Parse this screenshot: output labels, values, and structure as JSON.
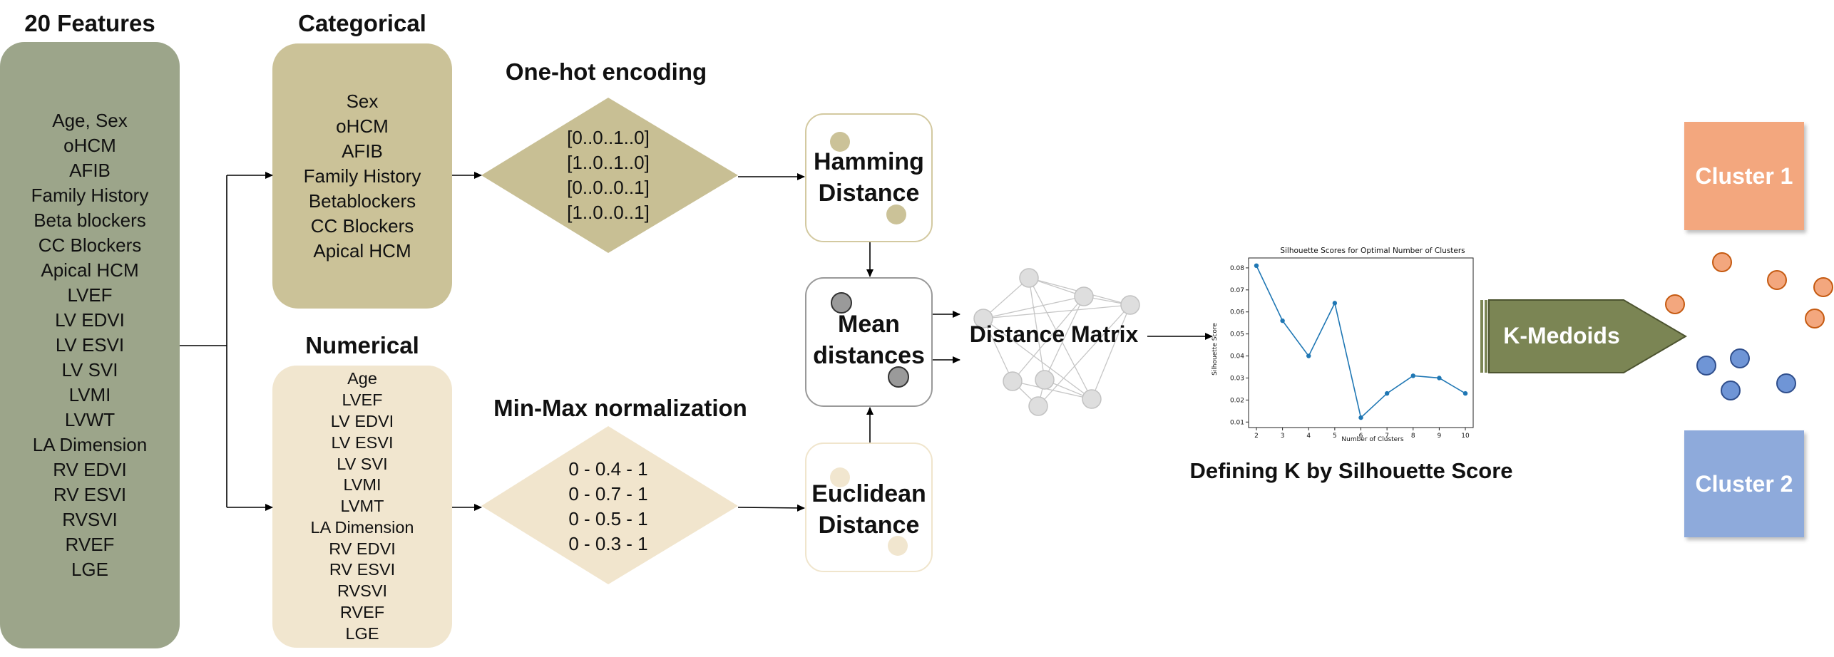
{
  "features": {
    "title": "20 Features",
    "items": [
      "Age, Sex",
      "oHCM",
      "AFIB",
      "Family History",
      "Beta blockers",
      "CC Blockers",
      "Apical HCM",
      "LVEF",
      "LV EDVI",
      "LV ESVI",
      "LV SVI",
      "LVMI",
      "LVWT",
      "LA Dimension",
      "RV EDVI",
      "RV ESVI",
      "RVSVI",
      "RVEF",
      "LGE"
    ]
  },
  "categorical": {
    "title": "Categorical",
    "items": [
      "Sex",
      "oHCM",
      "AFIB",
      "Family History",
      "Betablockers",
      "CC Blockers",
      "Apical HCM"
    ]
  },
  "numerical": {
    "title": "Numerical",
    "items": [
      "Age",
      "LVEF",
      "LV EDVI",
      "LV ESVI",
      "LV SVI",
      "LVMI",
      "LVMT",
      "LA Dimension",
      "RV EDVI",
      "RV ESVI",
      "RVSVI",
      "RVEF",
      "LGE"
    ]
  },
  "onehot": {
    "title": "One-hot encoding",
    "rows": [
      "[0..0..1..0]",
      "[1..0..1..0]",
      "[0..0..0..1]",
      "[1..0..0..1]"
    ]
  },
  "minmax": {
    "title": "Min-Max normalization",
    "rows": [
      "0 - 0.4 - 1",
      "0 - 0.7 - 1",
      "0 - 0.5 - 1",
      "0 - 0.3 - 1"
    ]
  },
  "hamming": {
    "line1": "Hamming",
    "line2": "Distance"
  },
  "mean": {
    "line1": "Mean",
    "line2": "distances"
  },
  "euclidean": {
    "line1": "Euclidean",
    "line2": "Distance"
  },
  "distance_matrix": {
    "label": "Distance Matrix"
  },
  "silhouette_caption": "Defining K by Silhouette Score",
  "kmedoids": {
    "label": "K-Medoids"
  },
  "clusters": {
    "cluster1": "Cluster 1",
    "cluster2": "Cluster 2"
  },
  "colors": {
    "features_box": "#9ca58a",
    "categorical_box": "#cbc298",
    "categorical_diamond": "#c8bf94",
    "numerical_box": "#f1e6cf",
    "numerical_diamond": "#f1e5cd",
    "kmedoids": "#7b8554",
    "cluster1": "#f3a77e",
    "cluster2": "#8eaadb",
    "orange_dot": "#f3a77e",
    "blue_dot": "#6f95d6",
    "chart_line": "#1f77b4"
  },
  "chart_data": {
    "type": "line",
    "title": "Silhouette Scores for Optimal Number of Clusters",
    "xlabel": "Number of Clusters",
    "ylabel": "Silhouette Score",
    "x": [
      2,
      3,
      4,
      5,
      6,
      7,
      8,
      9,
      10
    ],
    "y": [
      0.081,
      0.056,
      0.04,
      0.064,
      0.012,
      0.023,
      0.031,
      0.03,
      0.023
    ],
    "xticks": [
      "2",
      "3",
      "4",
      "5",
      "6",
      "7",
      "8",
      "9",
      "10"
    ],
    "yticks": [
      "0.01",
      "0.02",
      "0.03",
      "0.04",
      "0.05",
      "0.06",
      "0.07",
      "0.08"
    ],
    "xlim": [
      1.7,
      10.3
    ],
    "ylim": [
      0.0075,
      0.0845
    ],
    "grid": false
  }
}
